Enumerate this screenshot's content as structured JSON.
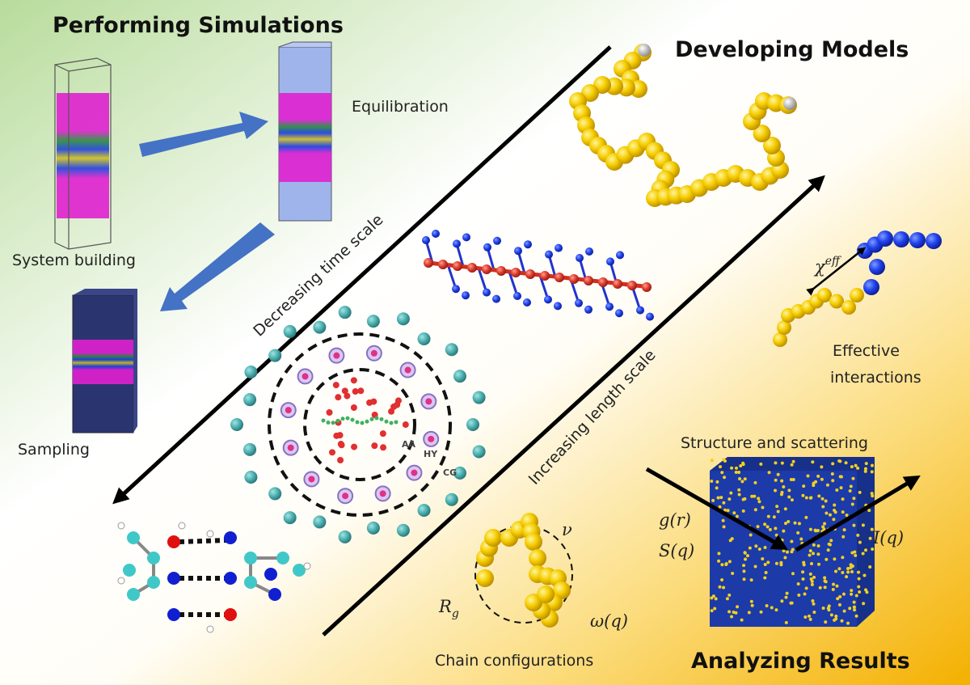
{
  "titles": {
    "performing": "Performing Simulations",
    "developing": "Developing Models",
    "analyzing": "Analyzing Results"
  },
  "simulation_steps": {
    "system_building": "System building",
    "equilibration": "Equilibration",
    "sampling": "Sampling"
  },
  "axes": {
    "time": "Decreasing time scale",
    "length": "Increasing length scale"
  },
  "resolution_levels": {
    "aa": "AA",
    "hy": "HY",
    "cg": "CG"
  },
  "effective": {
    "chi": "χ",
    "chi_sup": "eff",
    "line1": "Effective",
    "line2": "interactions"
  },
  "analysis": {
    "structure": "Structure and scattering",
    "g": "g(r)",
    "s": "S(q)",
    "i": "I(q)"
  },
  "chain": {
    "label": "Chain configurations",
    "r": "R",
    "r_sub": "g",
    "nu": "ν",
    "omega": "ω(q)"
  },
  "colors": {
    "green_bg": "#bfe0a8",
    "orange_bg": "#f6b700",
    "arrow_blue": "#4472c4",
    "bead_yellow": "#f2c500",
    "bead_blue": "#1f3fe0",
    "bead_red": "#e04030",
    "teal": "#4fb3b3",
    "magenta": "#e020d0"
  }
}
